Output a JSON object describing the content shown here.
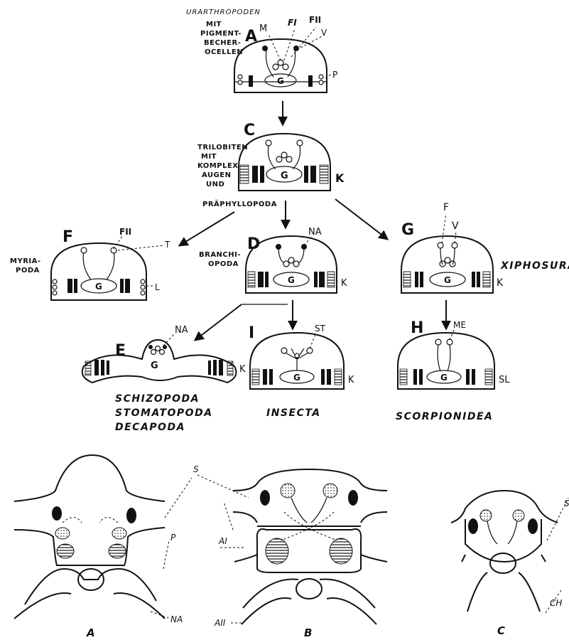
{
  "panels": {
    "A": {
      "letter": "A",
      "group": [
        "URARTHROPODEN",
        "MIT",
        "PIGMENT-",
        "BECHER-",
        "OCELLEN"
      ],
      "labels": {
        "m": "M",
        "f1": "FI",
        "f2": "FII",
        "v": "V",
        "g": "G",
        "p": "P"
      }
    },
    "C": {
      "letter": "C",
      "group": [
        "TRILOBITEN",
        "MIT",
        "KOMPLEX",
        "AUGEN",
        "UND"
      ],
      "group2": "PRÄPHYLLOPODA",
      "labels": {
        "g": "G",
        "k": "K"
      }
    },
    "F": {
      "letter": "F",
      "group": [
        "MYRIA-",
        "PODA"
      ],
      "labels": {
        "f2": "FII",
        "t": "T",
        "g": "G",
        "l": "L"
      }
    },
    "D": {
      "letter": "D",
      "group": [
        "BRANCHI-",
        "OPODA"
      ],
      "labels": {
        "na": "NA",
        "g": "G",
        "k": "K"
      }
    },
    "G": {
      "letter": "G",
      "group": "XIPHOSURA",
      "labels": {
        "f": "F",
        "v": "V",
        "g": "G",
        "k": "K"
      }
    },
    "E": {
      "letter": "E",
      "group": [
        "SCHIZOPODA",
        "STOMATOPODA",
        "DECAPODA"
      ],
      "labels": {
        "na": "NA",
        "g": "G",
        "k": "K"
      }
    },
    "I": {
      "letter": "I",
      "group": "INSECTA",
      "labels": {
        "st": "ST",
        "g": "G",
        "k": "K"
      }
    },
    "H": {
      "letter": "H",
      "group": "SCORPIONIDEA",
      "labels": {
        "me": "ME",
        "g": "G",
        "sl": "SL"
      }
    }
  },
  "lower": {
    "s": "S",
    "p": "P",
    "na": "NA",
    "a1": "AI",
    "a2": "AII",
    "ch": "CH",
    "s_c": "S",
    "captions": [
      "A",
      "B",
      "C"
    ]
  }
}
